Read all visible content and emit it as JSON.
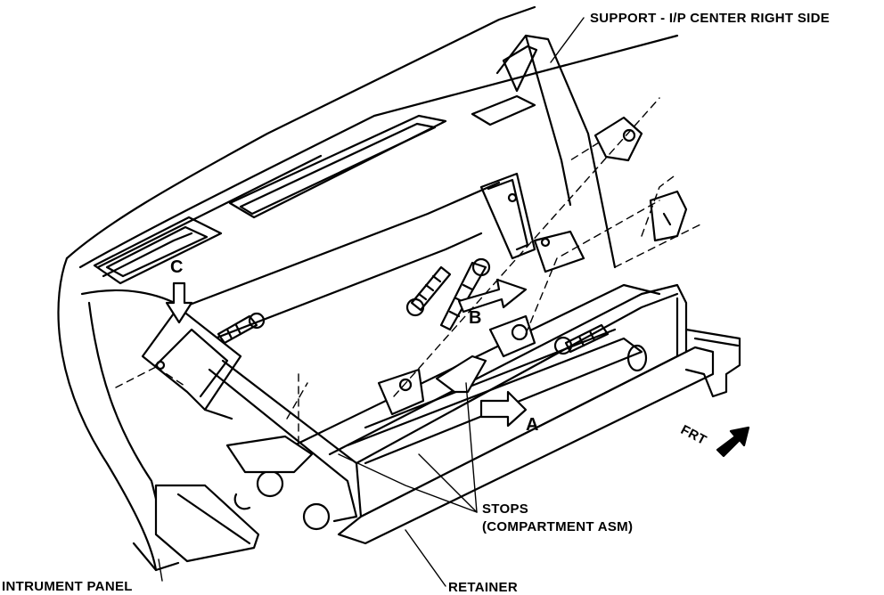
{
  "labels": {
    "support": "SUPPORT - I/P CENTER RIGHT SIDE",
    "stops_line1": "STOPS",
    "stops_line2": "(COMPARTMENT ASM)",
    "instrument_panel": "INTRUMENT PANEL",
    "retainer": "RETAINER",
    "callout_a": "A",
    "callout_b": "B",
    "callout_c": "C",
    "front": "FRT"
  },
  "colors": {
    "ink": "#000000",
    "paper": "#ffffff",
    "fill": "#f2f2f2"
  }
}
